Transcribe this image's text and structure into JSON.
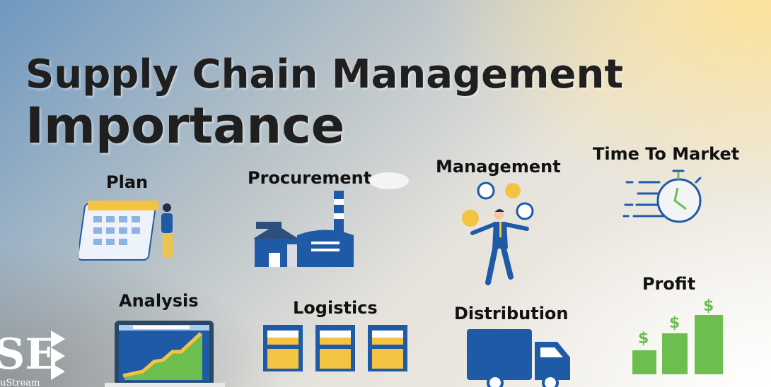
{
  "title": {
    "line1": "Supply Chain Management",
    "line2": "Importance"
  },
  "items": [
    {
      "label": "Plan",
      "icon": "calendar-person-icon"
    },
    {
      "label": "Procurement",
      "icon": "factory-icon"
    },
    {
      "label": "Management",
      "icon": "juggling-businessman-icon"
    },
    {
      "label": "Time To Market",
      "icon": "stopwatch-icon"
    },
    {
      "label": "Analysis",
      "icon": "laptop-growth-chart-icon"
    },
    {
      "label": "Logistics",
      "icon": "warehouse-doors-icon"
    },
    {
      "label": "Distribution",
      "icon": "delivery-truck-icon"
    },
    {
      "label": "Profit",
      "icon": "dollar-bar-chart-icon"
    }
  ],
  "logo": {
    "text": "SE NuStream"
  },
  "colors": {
    "blue": "#1f5aa6",
    "green": "#6cbf4e",
    "yellow": "#f5c342",
    "text": "#1f1f1f"
  }
}
